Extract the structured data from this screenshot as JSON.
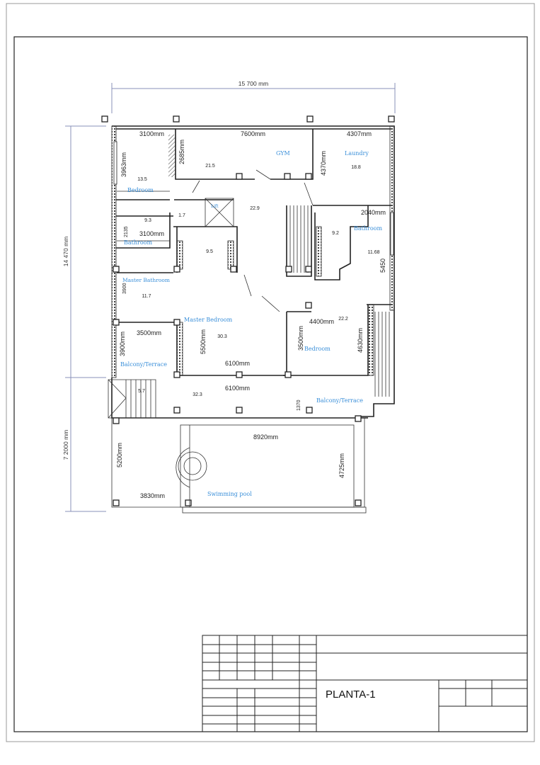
{
  "drawing": {
    "overall_width": "15 700 mm",
    "upper_depth": "14 470 mm",
    "lower_depth": "7 2000 mm",
    "colors": {
      "room_label": "#3a8fd9",
      "dimension_line": "#8a90b8",
      "wall": "#222222"
    }
  },
  "rooms": [
    {
      "name": "Bedroom",
      "area": "13.5",
      "unit": "m2",
      "dims": [
        "3100mm",
        "3963mm"
      ]
    },
    {
      "name": "GYM",
      "area": "21.5",
      "unit": "m2",
      "dims": [
        "7600mm",
        "2685mm"
      ]
    },
    {
      "name": "Laundry",
      "area": "18.8",
      "unit": "m2",
      "dims": [
        "4307mm",
        "4370mm"
      ]
    },
    {
      "name": "Lift"
    },
    {
      "name": "Bathroom",
      "area": "9.3",
      "unit": "m2",
      "dims": [
        "3100mm",
        "2135"
      ]
    },
    {
      "name": "Bathroom",
      "area": "11.68",
      "unit": "m2",
      "dims": [
        "2040mm",
        "5450"
      ]
    },
    {
      "name": "Master Bathroom",
      "area": "11.7",
      "unit": "m2",
      "dims": [
        "3900"
      ]
    },
    {
      "name": "Master Bedroom",
      "area": "30.3",
      "unit": "m2",
      "dims": [
        "5500mm",
        "6100mm"
      ]
    },
    {
      "name": "Bedroom",
      "area": "22.2",
      "unit": "m2",
      "dims": [
        "4400mm",
        "3500mm",
        "4630mm"
      ]
    },
    {
      "name": "Balcony/Terrace",
      "dims": [
        "3500mm",
        "3900mm"
      ]
    },
    {
      "name": "Balcony/Terrace",
      "area": "32.3",
      "unit": "m2",
      "dims": [
        "6100mm",
        "1370"
      ]
    },
    {
      "name": "Swimming pool",
      "dims": [
        "8920mm",
        "4725mm",
        "5200mm",
        "3830mm"
      ]
    }
  ],
  "misc_areas": [
    "22.9",
    "9.2",
    "9.5",
    "1.7",
    "5.7"
  ],
  "title_block": {
    "sheet_title": "PLANTA-1"
  }
}
